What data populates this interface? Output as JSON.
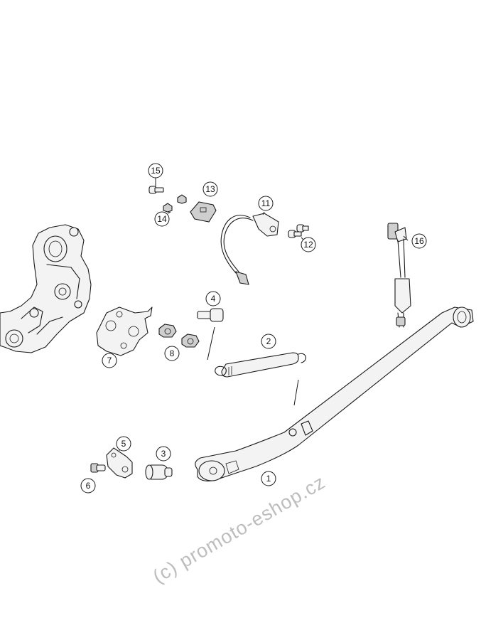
{
  "diagram": {
    "callouts": [
      {
        "id": "1",
        "label": "1"
      },
      {
        "id": "2",
        "label": "2"
      },
      {
        "id": "3",
        "label": "3"
      },
      {
        "id": "4",
        "label": "4"
      },
      {
        "id": "5",
        "label": "5"
      },
      {
        "id": "6",
        "label": "6"
      },
      {
        "id": "7",
        "label": "7"
      },
      {
        "id": "8",
        "label": "8"
      },
      {
        "id": "11",
        "label": "11"
      },
      {
        "id": "12",
        "label": "12"
      },
      {
        "id": "13",
        "label": "13"
      },
      {
        "id": "14",
        "label": "14"
      },
      {
        "id": "15",
        "label": "15"
      },
      {
        "id": "16",
        "label": "16"
      }
    ]
  },
  "watermark": {
    "text": "(c) promoto-eshop.cz"
  }
}
